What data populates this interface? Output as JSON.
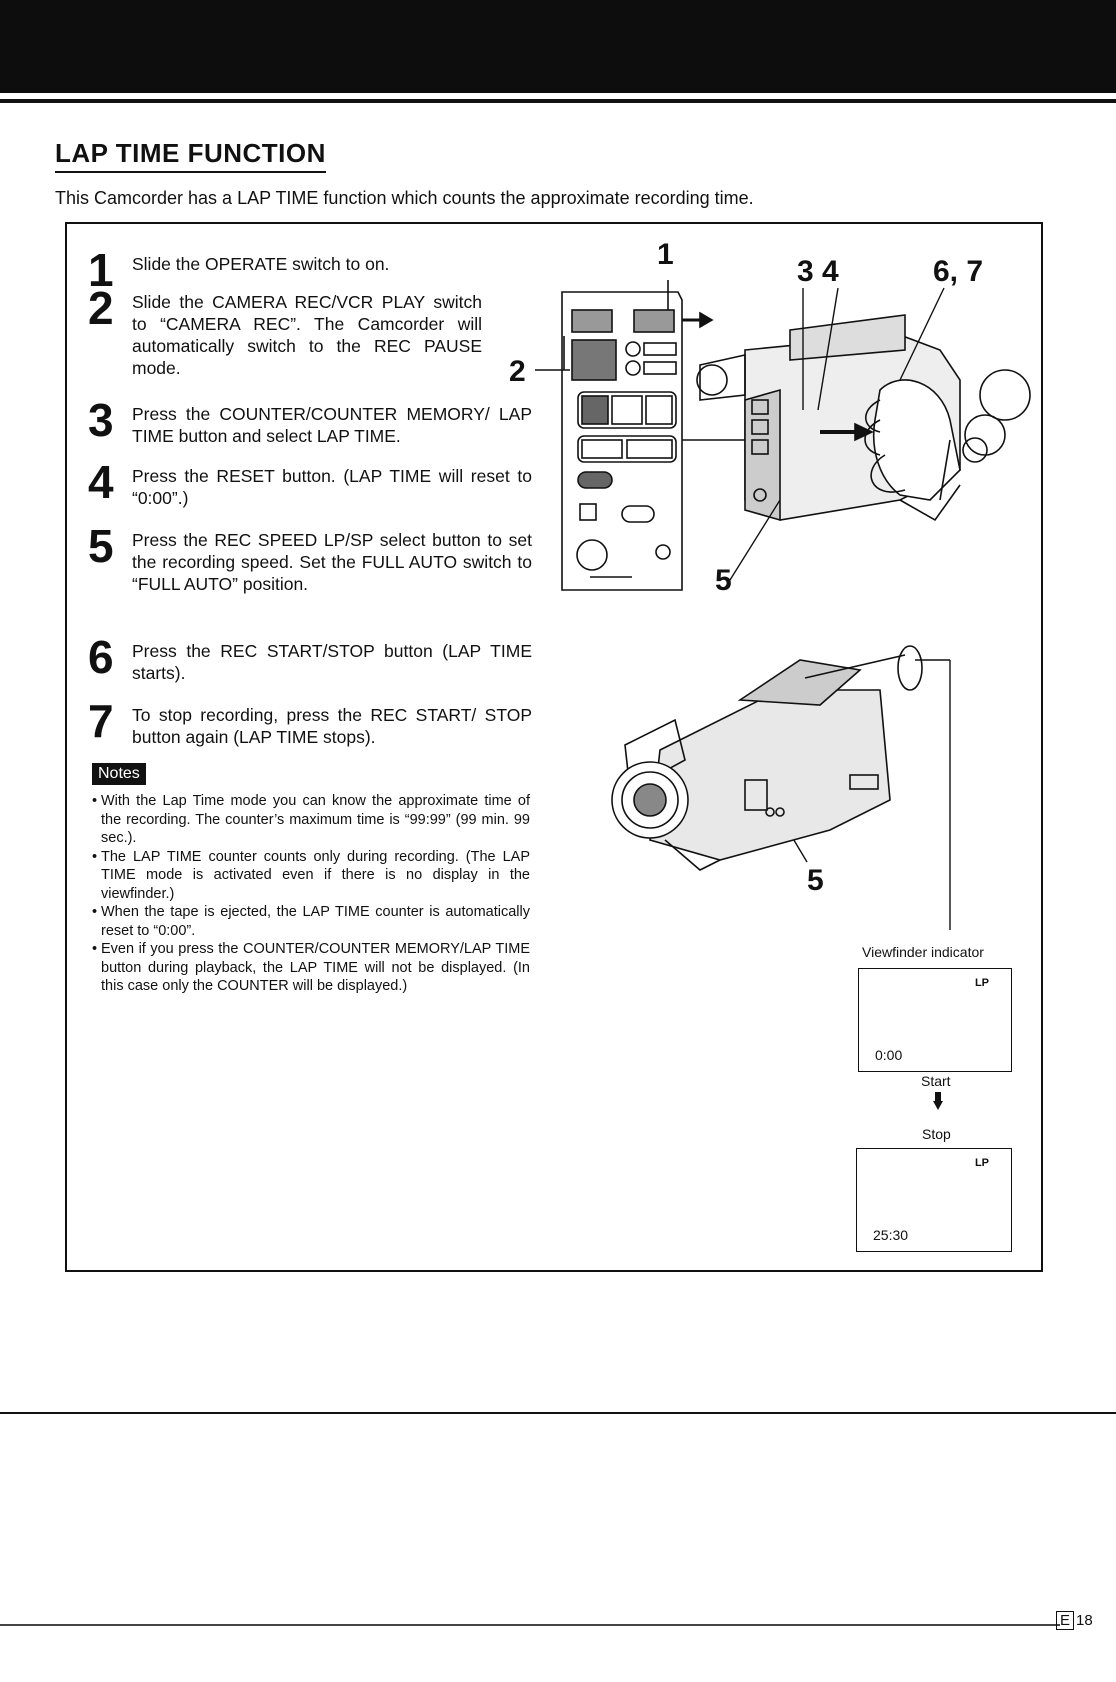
{
  "title": "LAP TIME FUNCTION",
  "intro": "This Camcorder has a LAP TIME function which counts the approximate recording time.",
  "steps": [
    {
      "num": "1",
      "text": "Slide the OPERATE switch to on."
    },
    {
      "num": "2",
      "text": "Slide the CAMERA REC/VCR PLAY switch to “CAMERA REC”. The Camcorder will automatically switch to the REC PAUSE mode."
    },
    {
      "num": "3",
      "text": "Press the COUNTER/COUNTER MEMORY/ LAP TIME button and select LAP TIME."
    },
    {
      "num": "4",
      "text": "Press the RESET button. (LAP TIME will reset to “0:00”.)"
    },
    {
      "num": "5",
      "text": "Press the REC SPEED LP/SP select button to set the recording speed. Set the FULL AUTO switch to “FULL AUTO” position."
    },
    {
      "num": "6",
      "text": "Press the REC START/STOP button (LAP TIME starts)."
    },
    {
      "num": "7",
      "text": "To stop recording, press the REC START/ STOP button again (LAP TIME stops)."
    }
  ],
  "notes": {
    "label": "Notes",
    "items": [
      "With the Lap Time mode you can know the approximate time of the recording. The counter’s maximum time is “99:99” (99 min. 99 sec.).",
      "The LAP TIME counter counts only during recording. (The LAP TIME mode is activated even if there is no display in the viewfinder.)",
      "When the tape is ejected, the LAP TIME counter is automatically reset to “0:00”.",
      "Even if you press the COUNTER/COUNTER MEMORY/LAP TIME button during playback, the LAP TIME will not be displayed. (In this case only the COUNTER will be displayed.)"
    ]
  },
  "callouts": {
    "c1": "1",
    "c2": "2",
    "c34": "3 4",
    "c67": "6, 7",
    "c5a": "5",
    "c5b": "5"
  },
  "viewfinder": {
    "label": "Viewfinder indicator",
    "mode": "LP",
    "start_time": "0:00",
    "start_label": "Start",
    "stop_label": "Stop",
    "stop_time": "25:30"
  },
  "page": {
    "letter": "E",
    "number": "18"
  }
}
